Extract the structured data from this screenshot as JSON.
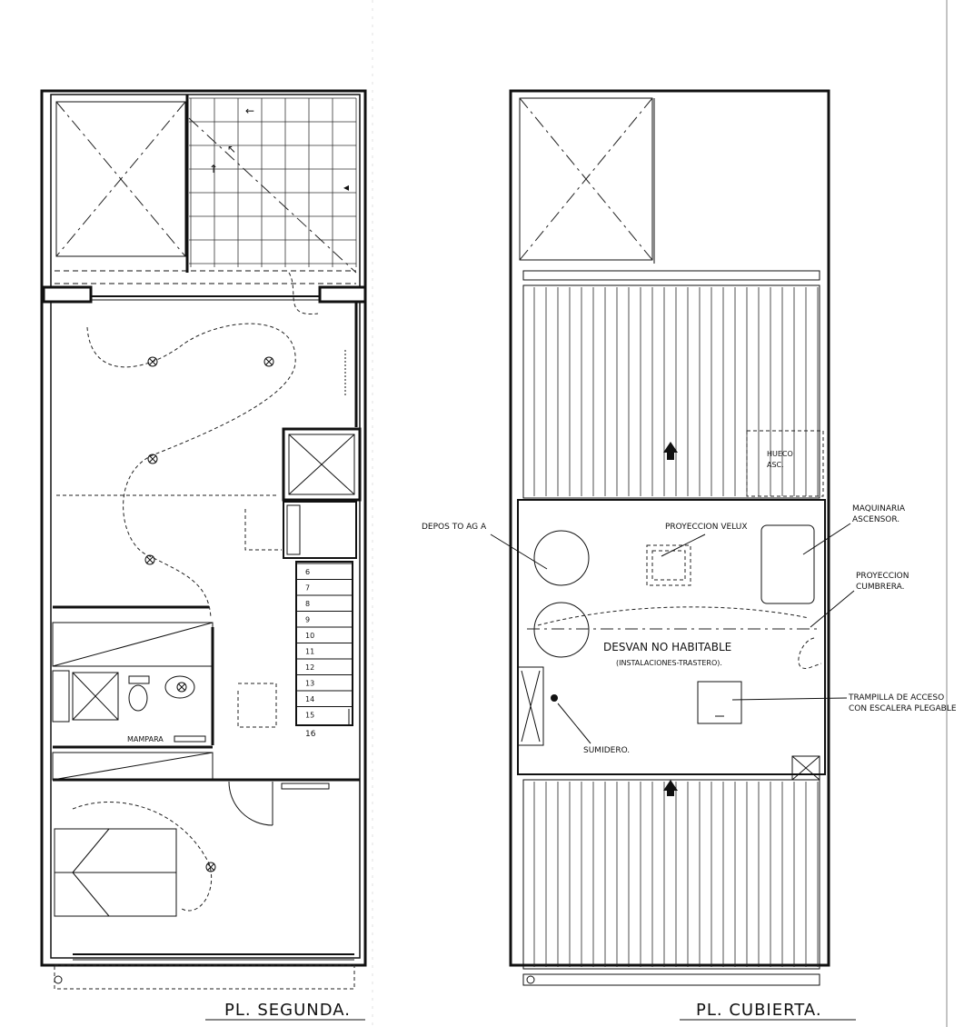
{
  "plans": {
    "left_title": "PL. SEGUNDA.",
    "right_title": "PL. CUBIERTA."
  },
  "left": {
    "mampara": "MAMPARA",
    "stair_steps": [
      "6",
      "7",
      "8",
      "9",
      "10",
      "11",
      "12",
      "13",
      "14",
      "15",
      "16"
    ]
  },
  "right": {
    "hueco_line1": "HUECO",
    "hueco_line2": "ASC.",
    "deposito": "DEPOS TO  AG A",
    "proyeccion_velux": "PROYECCION VELUX",
    "maquinaria_line1": "MAQUINARIA",
    "maquinaria_line2": "ASCENSOR.",
    "proyeccion_cumbrera_line1": "PROYECCION",
    "proyeccion_cumbrera_line2": "CUMBRERA.",
    "desvan": "DESVAN NO HABITABLE",
    "desvan_sub": "(INSTALACIONES-TRASTERO).",
    "trampilla_line1": "TRAMPILLA DE ACCESO",
    "trampilla_line2": "CON ESCALERA PLEGABLE",
    "sumidero": "SUMIDERO."
  },
  "colors": {
    "ink": "#111111",
    "paper": "#ffffff"
  }
}
